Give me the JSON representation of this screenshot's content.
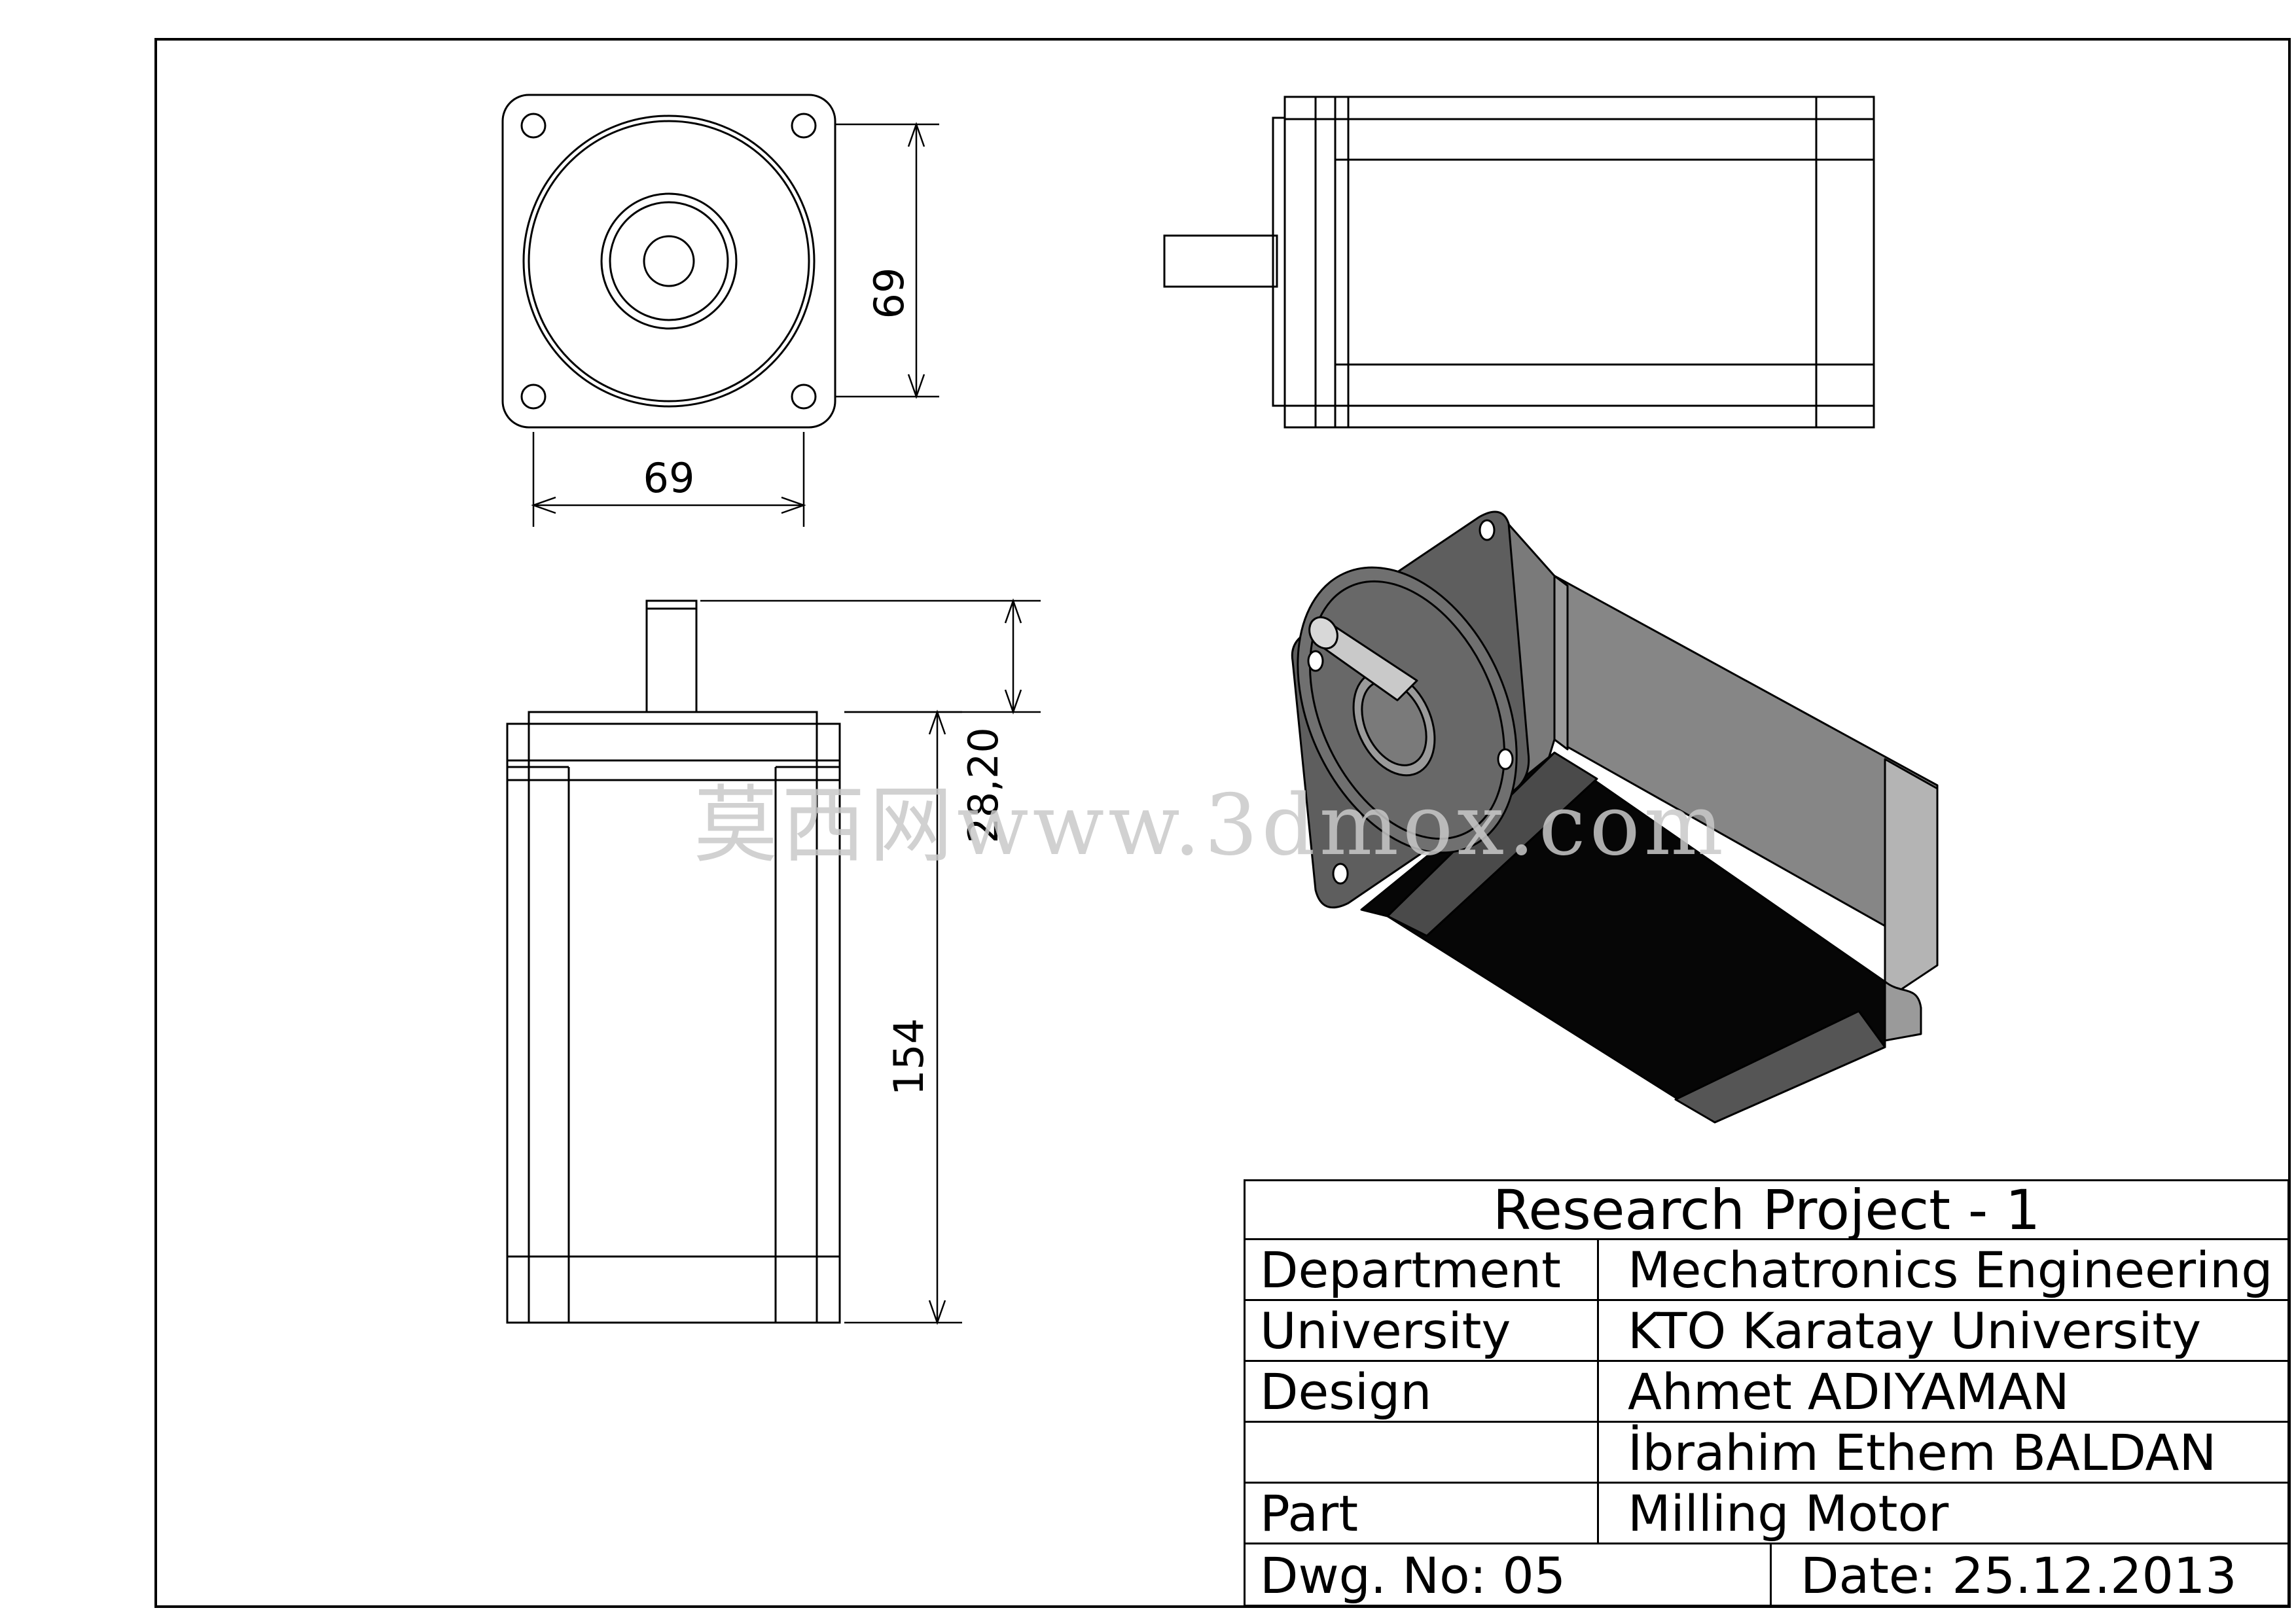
{
  "drawing": {
    "dimensions": {
      "front_width": "69",
      "front_height": "69",
      "shaft_length": "28,20",
      "body_length": "154"
    },
    "watermark": "莫西网www.3dmox.com"
  },
  "title_block": {
    "title": "Research Project - 1",
    "rows": [
      {
        "label": "Department",
        "value": "Mechatronics Engineering"
      },
      {
        "label": "University",
        "value": "KTO Karatay University"
      },
      {
        "label": "Design",
        "value": "Ahmet ADIYAMAN"
      },
      {
        "label": "",
        "value": "İbrahim Ethem BALDAN"
      },
      {
        "label": "Part",
        "value": "Milling Motor"
      }
    ],
    "drawing_number": "Dwg. No: 05",
    "date": "Date: 25.12.2013"
  }
}
